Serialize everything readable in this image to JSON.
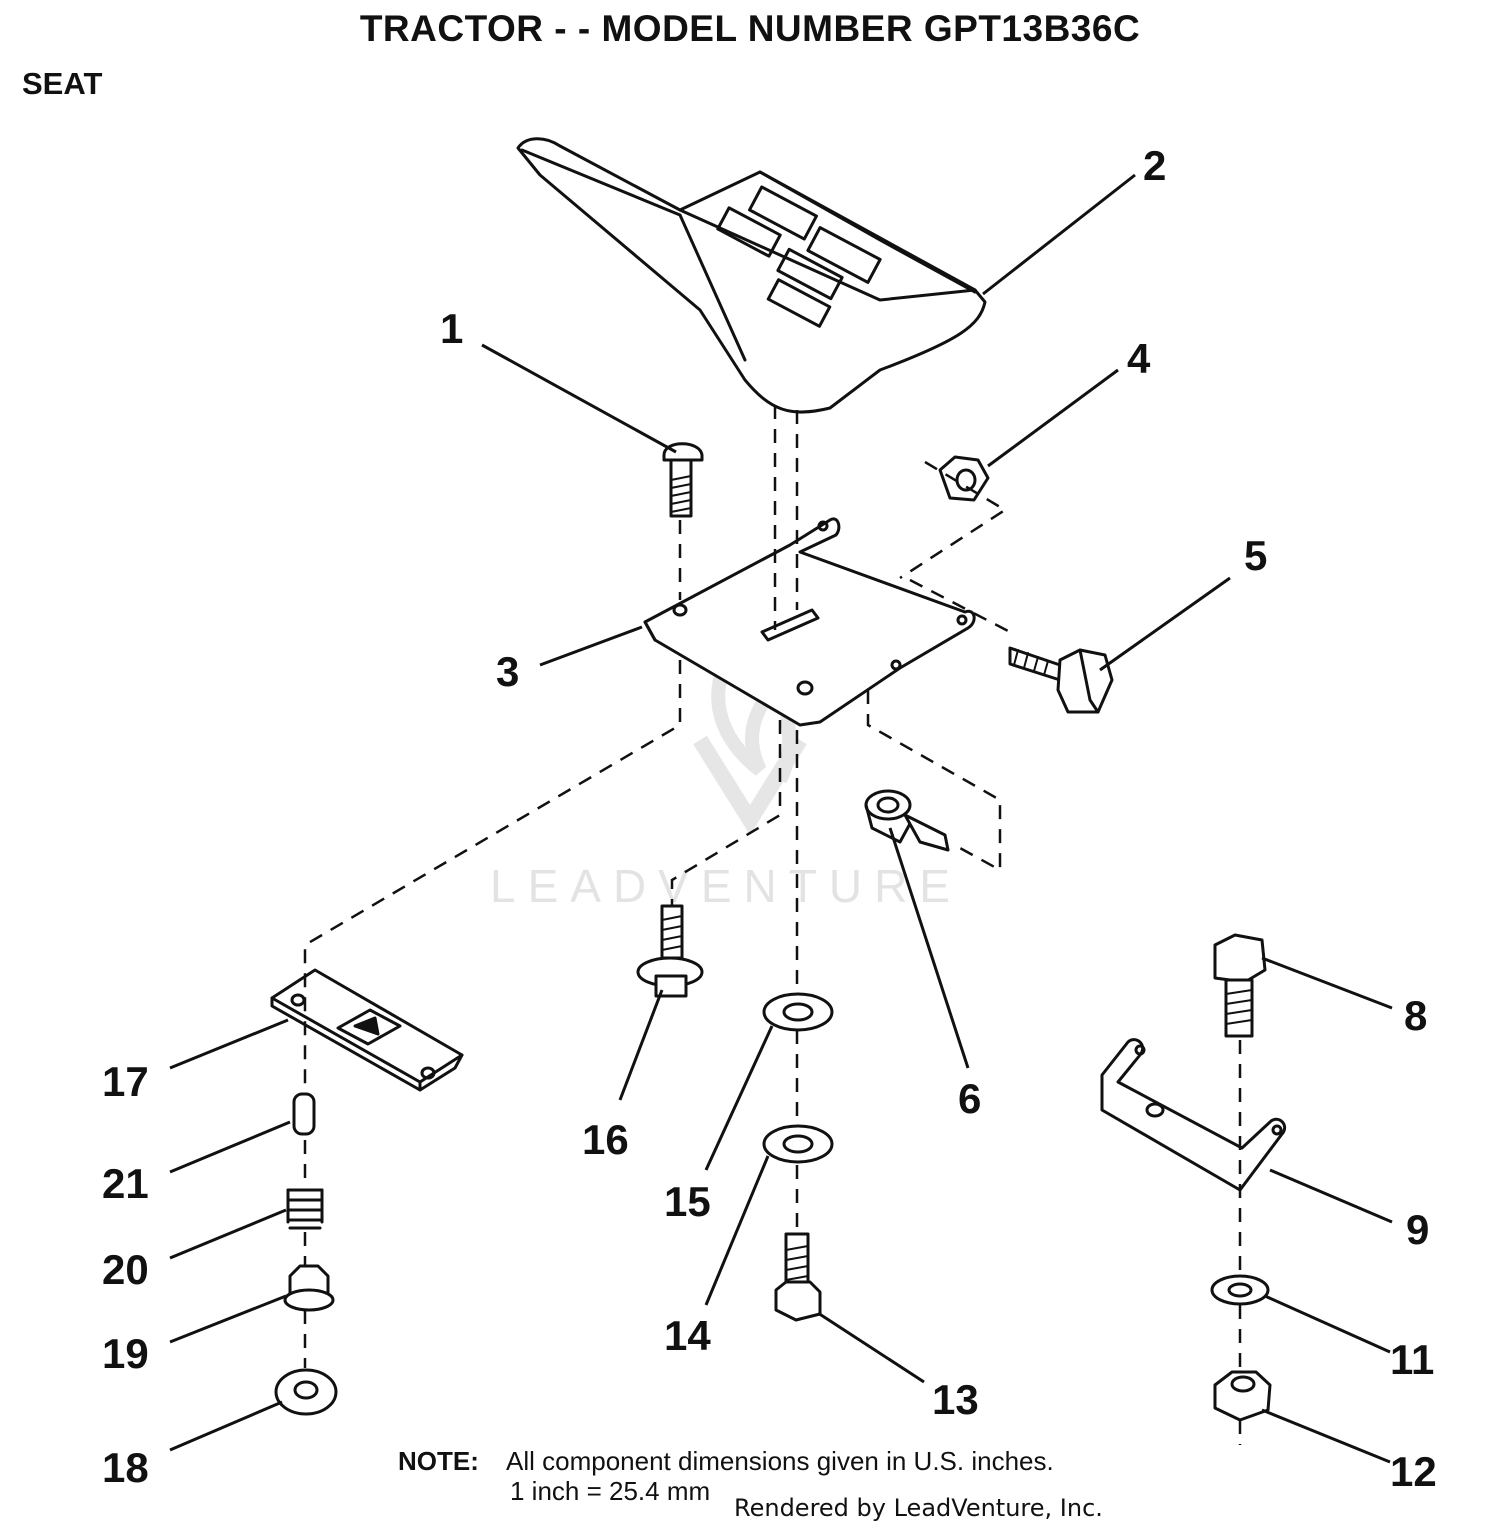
{
  "header": {
    "title": "TRACTOR  - - MODEL NUMBER GPT13B36C",
    "section": "SEAT"
  },
  "callouts": [
    "1",
    "2",
    "3",
    "4",
    "5",
    "6",
    "8",
    "9",
    "11",
    "12",
    "13",
    "14",
    "15",
    "16",
    "17",
    "18",
    "19",
    "20",
    "21"
  ],
  "note": {
    "label": "NOTE:",
    "line1": "All component dimensions given in U.S. inches.",
    "line2": "1 inch = 25.4 mm"
  },
  "footer": {
    "rendered_by": "Rendered by LeadVenture, Inc."
  },
  "watermark": {
    "text": "LEADVENTURE"
  }
}
